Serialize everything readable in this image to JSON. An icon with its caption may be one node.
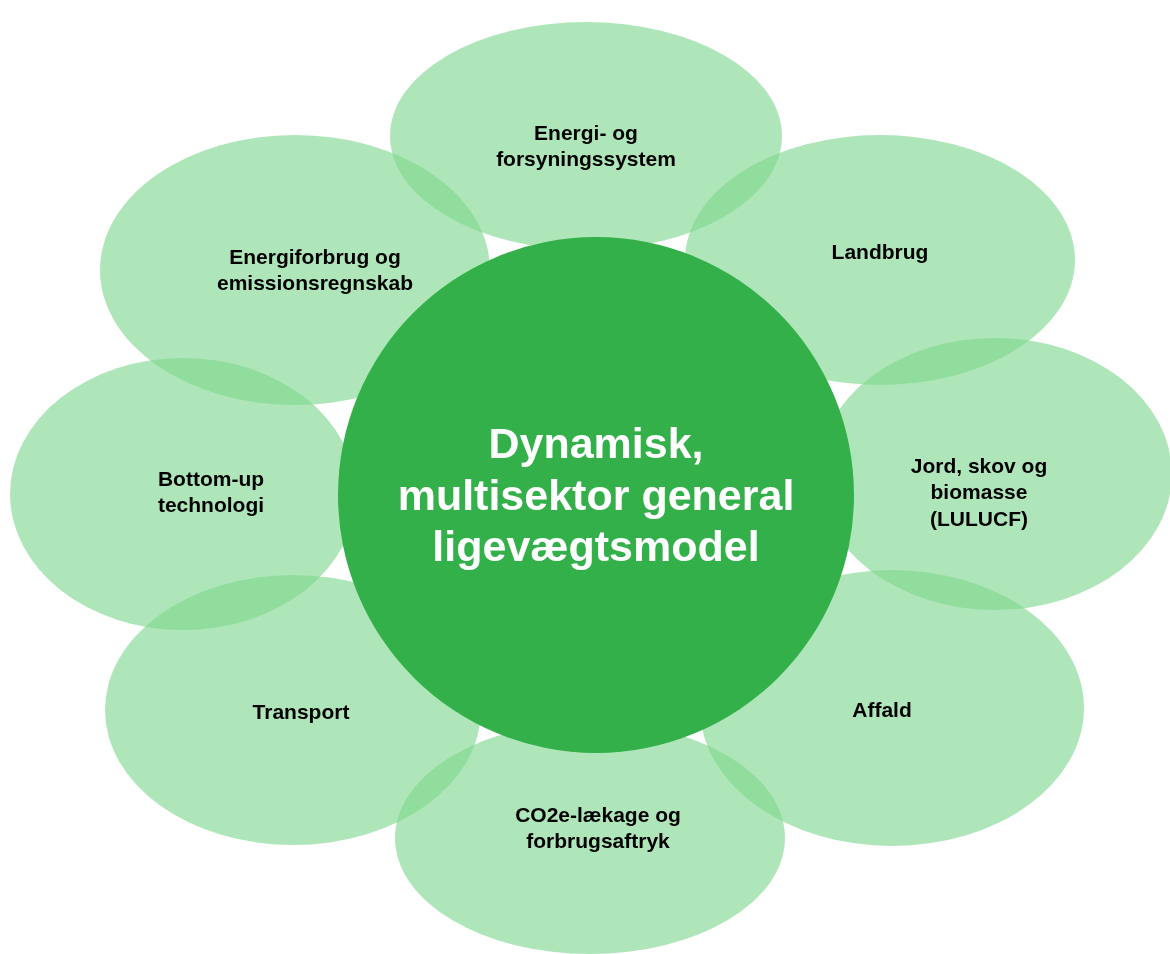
{
  "diagram": {
    "nodes": [
      {
        "text": [
          "Dynamisk, multisektor general ligevægtsmodel"
        ]
      },
      {
        "text": [
          "Energi- og forsyningssystem"
        ]
      },
      {
        "text": [
          "Landbrug"
        ]
      },
      {
        "text": [
          "Jord, skov og biomasse (LULUCF)"
        ]
      },
      {
        "text": [
          "Affald"
        ]
      },
      {
        "text": [
          "CO2e-lækage og forbrugsaftryk"
        ]
      },
      {
        "text": [
          "Transport"
        ]
      },
      {
        "text": [
          "Bottom-up technologi"
        ]
      },
      {
        "text": [
          "Energiforbrug og emissionsregnskab"
        ]
      }
    ],
    "edges": []
  }
}
